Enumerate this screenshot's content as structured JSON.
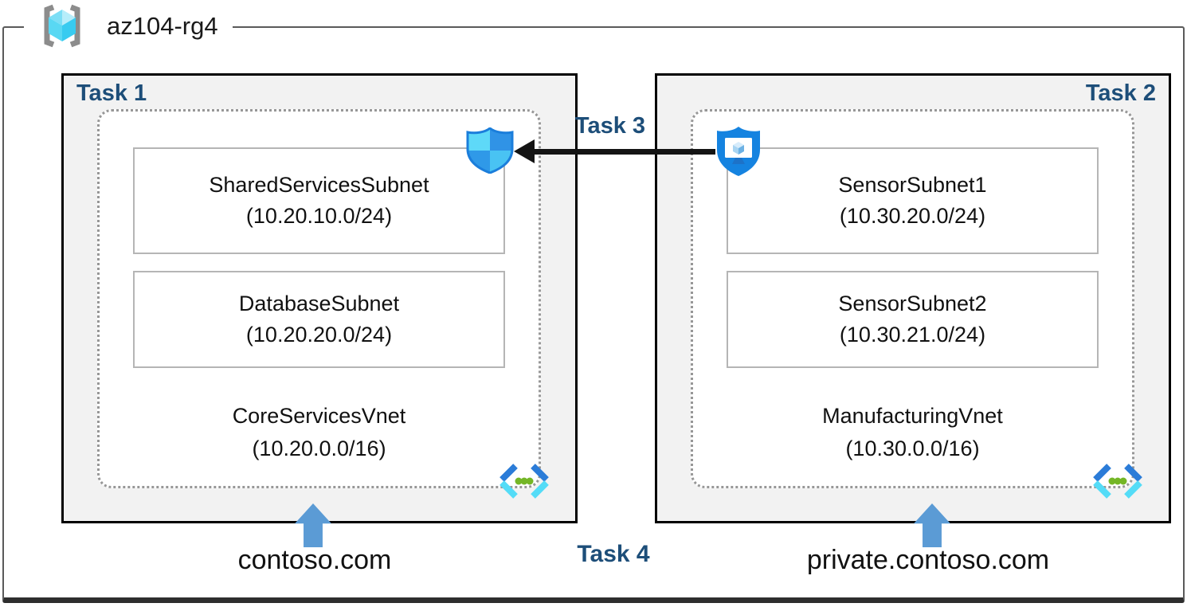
{
  "resource_group": {
    "name": "az104-rg4"
  },
  "labels": {
    "task1": "Task 1",
    "task2": "Task 2",
    "task3": "Task 3",
    "task4": "Task 4"
  },
  "vnets": [
    {
      "task": "Task 1",
      "name": "CoreServicesVnet",
      "cidr": "(10.20.0.0/16)",
      "dns_zone": "contoso.com",
      "subnets": [
        {
          "name": "SharedServicesSubnet",
          "cidr": "(10.20.10.0/24)"
        },
        {
          "name": "DatabaseSubnet",
          "cidr": "(10.20.20.0/24)"
        }
      ]
    },
    {
      "task": "Task 2",
      "name": "ManufacturingVnet",
      "cidr": "(10.30.0.0/16)",
      "dns_zone": "private.contoso.com",
      "subnets": [
        {
          "name": "SensorSubnet1",
          "cidr": "(10.30.20.0/24)"
        },
        {
          "name": "SensorSubnet2",
          "cidr": "(10.30.21.0/24)"
        }
      ]
    }
  ],
  "icons": {
    "resource_group": "resource-group-icon",
    "network_security_group": "network-security-group-shield-icon",
    "bastion": "bastion-shield-monitor-icon",
    "virtual_network": "virtual-network-icon",
    "up_arrow": "up-arrow-icon",
    "peering_arrow": "peering-arrow-icon"
  },
  "colors": {
    "task_label_blue": "#1d4e79",
    "box_fill_gray": "#f2f2f2",
    "box_border_black": "#000000",
    "dotted_border_gray": "#979797",
    "subnet_border_gray": "#b5b5b5",
    "outer_border_gray": "#5a5a5a",
    "blue_arrow": "#5b9bd5",
    "peering_arrow_black": "#141414",
    "vnet_icon_dark_blue": "#2b7cd8",
    "vnet_icon_light_cyan": "#54dcf7",
    "vnet_icon_green": "#74b626",
    "nsg_border_blue": "#1b7edb",
    "bastion_blue": "#1583e0"
  }
}
